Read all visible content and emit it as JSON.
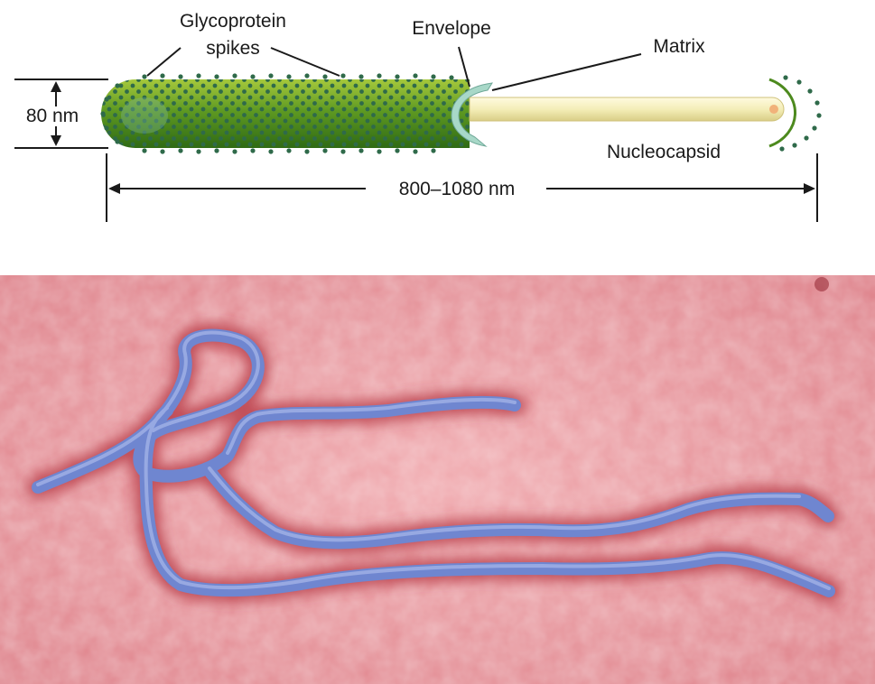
{
  "labels": {
    "glycoprotein_line1": "Glycoprotein",
    "glycoprotein_line2": "spikes",
    "envelope": "Envelope",
    "matrix": "Matrix",
    "nucleocapsid": "Nucleocapsid",
    "diameter": "80 nm",
    "length": "800–1080 nm"
  },
  "colors": {
    "envelope_green": "#4d8a1e",
    "spike_dot": "#2f6a4a",
    "nucleocapsid": "#f4eeb8",
    "matrix_teal": "#a8d8c8",
    "micrograph_background": "#e58e95",
    "filament_blue": "#6f86d0",
    "filament_halo": "#b3303e"
  },
  "micrograph": {
    "description_icon": "filovirus-micrograph"
  }
}
